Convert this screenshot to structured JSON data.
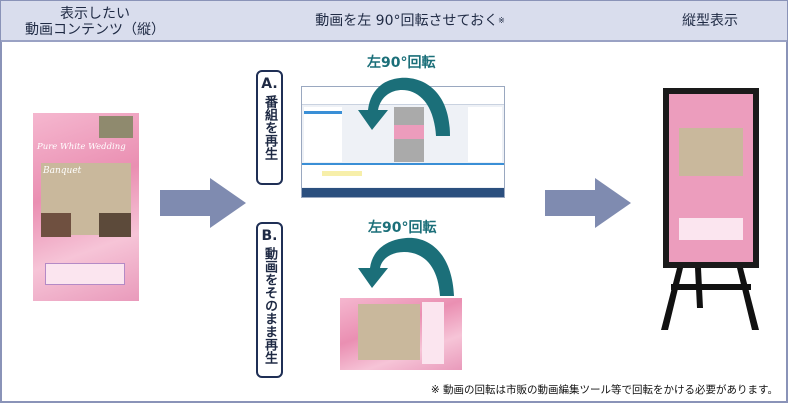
{
  "header": {
    "col1_line1": "表示したい",
    "col1_line2": "動画コンテンツ（縦）",
    "col2": "動画を左 90°回転させておく",
    "col2_mark": "※",
    "col3": "縦型表示"
  },
  "option_a": {
    "letter": "A.",
    "label": "番組を再生",
    "rotate_label": "左90°回転"
  },
  "option_b": {
    "letter": "B.",
    "label": "動画をそのまま再生",
    "rotate_label": "左90°回転"
  },
  "poster": {
    "title": "Pure White Wedding",
    "subtitle": "Banquet"
  },
  "footnote": "※ 動画の回転は市販の動画編集ツール等で回転をかける必要があります。",
  "colors": {
    "header_bg": "#d9dded",
    "arrow": "#7f8bb0",
    "rotate_arrow": "#1b6f79",
    "label_border": "#1f2f55"
  }
}
